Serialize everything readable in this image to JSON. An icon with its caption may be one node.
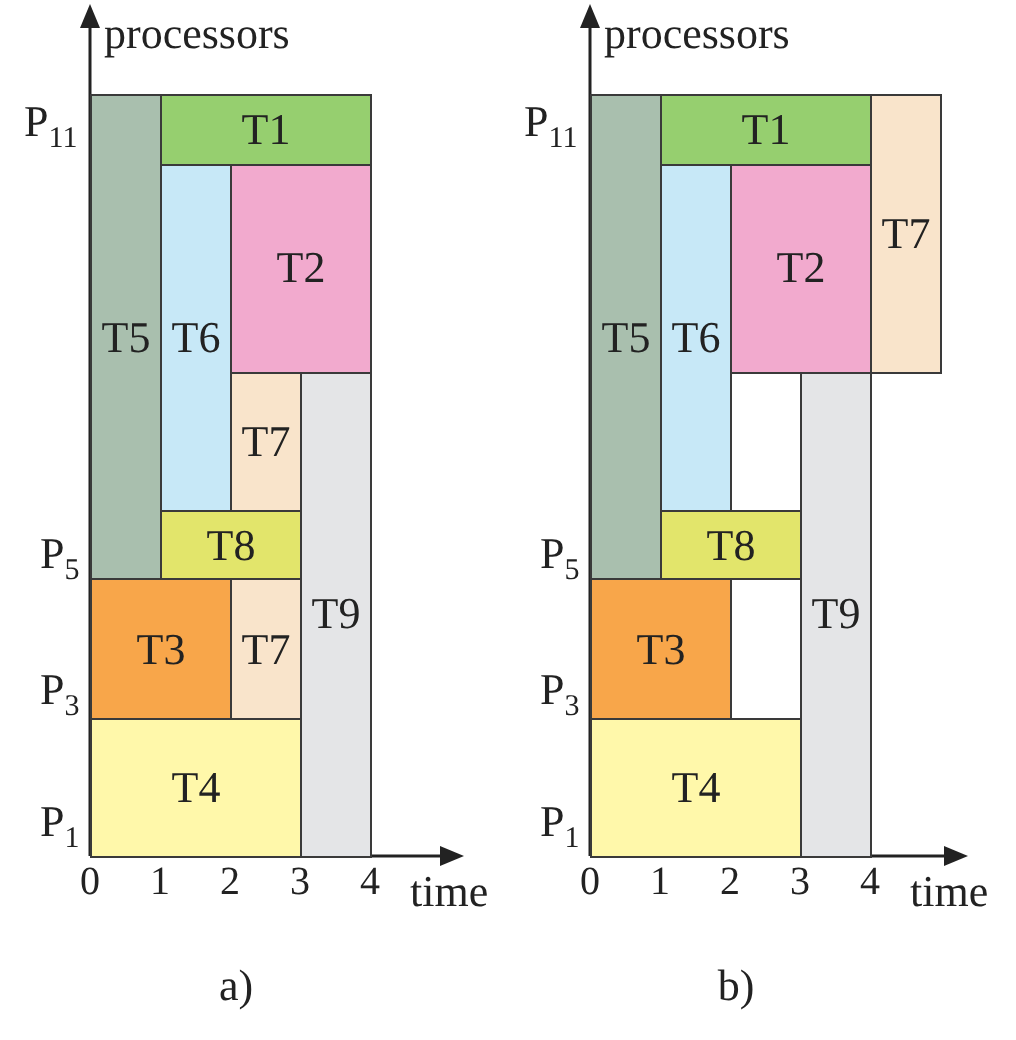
{
  "diagram": {
    "nodes": [
      {
        "text": [
          "T5"
        ]
      },
      {
        "text": [
          "T1"
        ]
      },
      {
        "text": [
          "T6"
        ]
      },
      {
        "text": [
          "T2"
        ]
      },
      {
        "text": [
          "T7"
        ]
      },
      {
        "text": [
          "T8"
        ]
      },
      {
        "text": [
          "T3"
        ]
      },
      {
        "text": [
          "T7"
        ]
      },
      {
        "text": [
          "T9"
        ]
      },
      {
        "text": [
          "T4"
        ]
      },
      {
        "text": [
          "T5"
        ]
      },
      {
        "text": [
          "T1"
        ]
      },
      {
        "text": [
          "T6"
        ]
      },
      {
        "text": [
          "T2"
        ]
      },
      {
        "text": [
          "T7"
        ]
      },
      {
        "text": [
          "T8"
        ]
      },
      {
        "text": [
          "T3"
        ]
      },
      {
        "text": [
          "T9"
        ]
      },
      {
        "text": [
          "T4"
        ]
      }
    ],
    "edges": [],
    "labels": [
      "processors",
      "P$_{11}$",
      "P$_{5}$",
      "P$_{3}$",
      "P$_{1}$",
      "0",
      "1",
      "2",
      "3",
      "4",
      "time",
      "a)",
      "processors",
      "P$_{11}$",
      "P$_{5}$",
      "P$_{3}$",
      "P$_{1}$",
      "0",
      "1",
      "2",
      "3",
      "4",
      "time",
      "b)"
    ]
  }
}
